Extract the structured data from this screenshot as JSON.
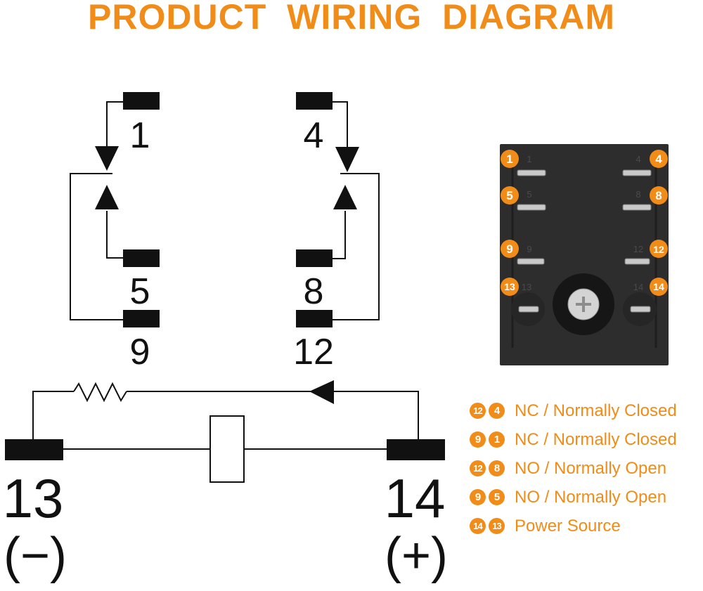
{
  "title": "PRODUCT WIRING DIAGRAM",
  "colors": {
    "accent": "#f08c17",
    "line": "#111111",
    "relay_body": "#2c2c2c",
    "pin_metal": "#c8c8c8"
  },
  "schematic": {
    "terminals": [
      {
        "id": "1",
        "label": "1"
      },
      {
        "id": "5",
        "label": "5"
      },
      {
        "id": "9",
        "label": "9"
      },
      {
        "id": "4",
        "label": "4"
      },
      {
        "id": "8",
        "label": "8"
      },
      {
        "id": "12",
        "label": "12"
      },
      {
        "id": "13",
        "label": "13"
      },
      {
        "id": "14",
        "label": "14"
      }
    ],
    "polarity": {
      "negative": "(−)",
      "positive": "(+)"
    },
    "components": [
      "resistor",
      "diode-arrow",
      "coil"
    ]
  },
  "relay_photo": {
    "pins": [
      {
        "badge": "1",
        "engraved": "1"
      },
      {
        "badge": "4",
        "engraved": "4"
      },
      {
        "badge": "5",
        "engraved": "5"
      },
      {
        "badge": "8",
        "engraved": "8"
      },
      {
        "badge": "9",
        "engraved": "9"
      },
      {
        "badge": "12",
        "engraved": "12"
      },
      {
        "badge": "13",
        "engraved": "13"
      },
      {
        "badge": "14",
        "engraved": "14"
      }
    ]
  },
  "legend": [
    {
      "a": "12",
      "b": "4",
      "text": "NC / Normally Closed"
    },
    {
      "a": "9",
      "b": "1",
      "text": "NC / Normally Closed"
    },
    {
      "a": "12",
      "b": "8",
      "text": "NO / Normally Open"
    },
    {
      "a": "9",
      "b": "5",
      "text": "NO / Normally Open"
    },
    {
      "a": "14",
      "b": "13",
      "text": "Power Source"
    }
  ]
}
